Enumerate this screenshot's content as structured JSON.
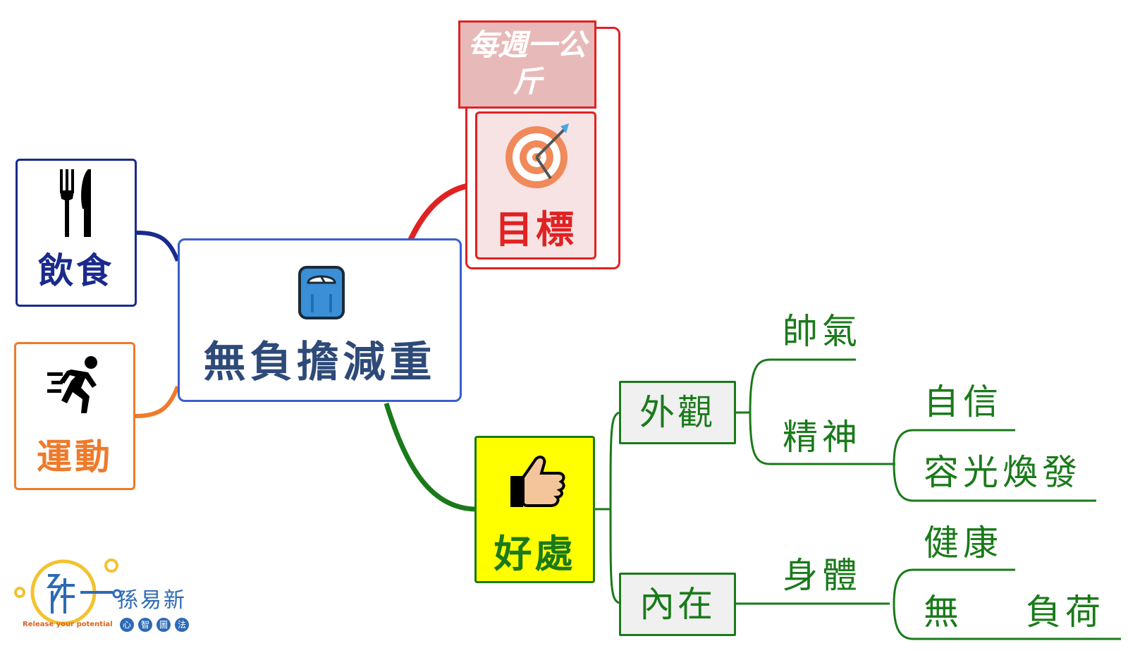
{
  "center": {
    "label": "無負擔減重",
    "icon": "bathroom-scale-icon"
  },
  "branches": {
    "food": {
      "label": "飲食",
      "icon": "fork-knife-icon",
      "color": "#1a2a8c"
    },
    "exercise": {
      "label": "運動",
      "icon": "running-person-icon",
      "color": "#ee7a2a"
    },
    "goal": {
      "label": "目標",
      "icon": "target-arrow-icon",
      "color": "#e02222",
      "callout": "每週一公斤"
    },
    "benefits": {
      "label": "好處",
      "icon": "thumbs-up-icon",
      "color": "#1a7a1a",
      "appearance": {
        "label": "外觀",
        "handsome": "帥氣",
        "spirit": {
          "label": "精神",
          "confidence": "自信",
          "radiant": "容光煥發"
        }
      },
      "inner": {
        "label": "內在",
        "body": {
          "label": "身體",
          "health": "健康",
          "no_burden_1": "無",
          "no_burden_2": "負荷"
        }
      }
    }
  },
  "logo": {
    "name": "孫易新",
    "tagline": "Release your potential",
    "pills": [
      "心",
      "智",
      "圖",
      "法"
    ]
  }
}
